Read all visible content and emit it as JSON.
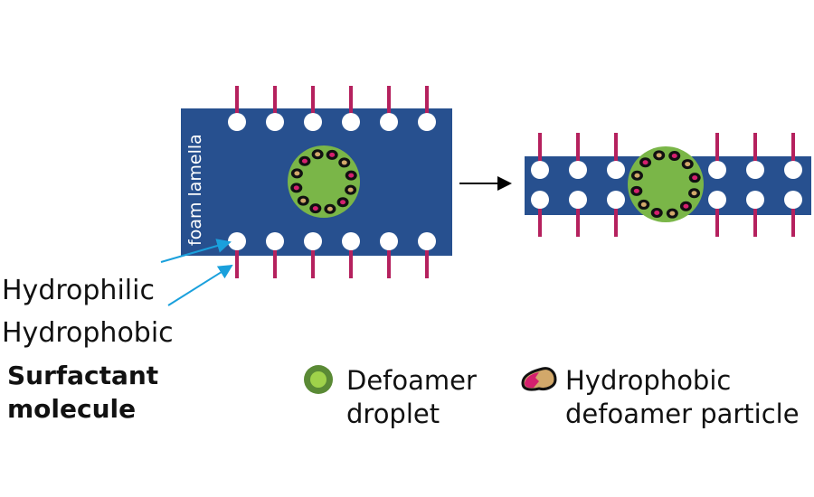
{
  "lamella_label": "foam lamella",
  "labels": {
    "hydrophilic": "Hydrophilic",
    "hydrophobic": "Hydrophobic",
    "surfactant_line1": "Surfactant",
    "surfactant_line2": "molecule"
  },
  "legend": {
    "droplet_line1": "Defoamer",
    "droplet_line2": "droplet",
    "particle_line1": "Hydrophobic",
    "particle_line2": "defoamer particle"
  },
  "icons": {
    "droplet": "defoamer-droplet-icon",
    "particle": "hydrophobic-particle-icon",
    "arrow": "arrow-right-icon"
  },
  "colors": {
    "lamella": "#27508f",
    "tail": "#b5215e",
    "head": "#ffffff",
    "droplet": "#7ab648",
    "droplet_edge": "#5a8a35",
    "particle_pink": "#d4206e",
    "particle_tan": "#d2a86a",
    "pointer": "#1aa0dc"
  }
}
